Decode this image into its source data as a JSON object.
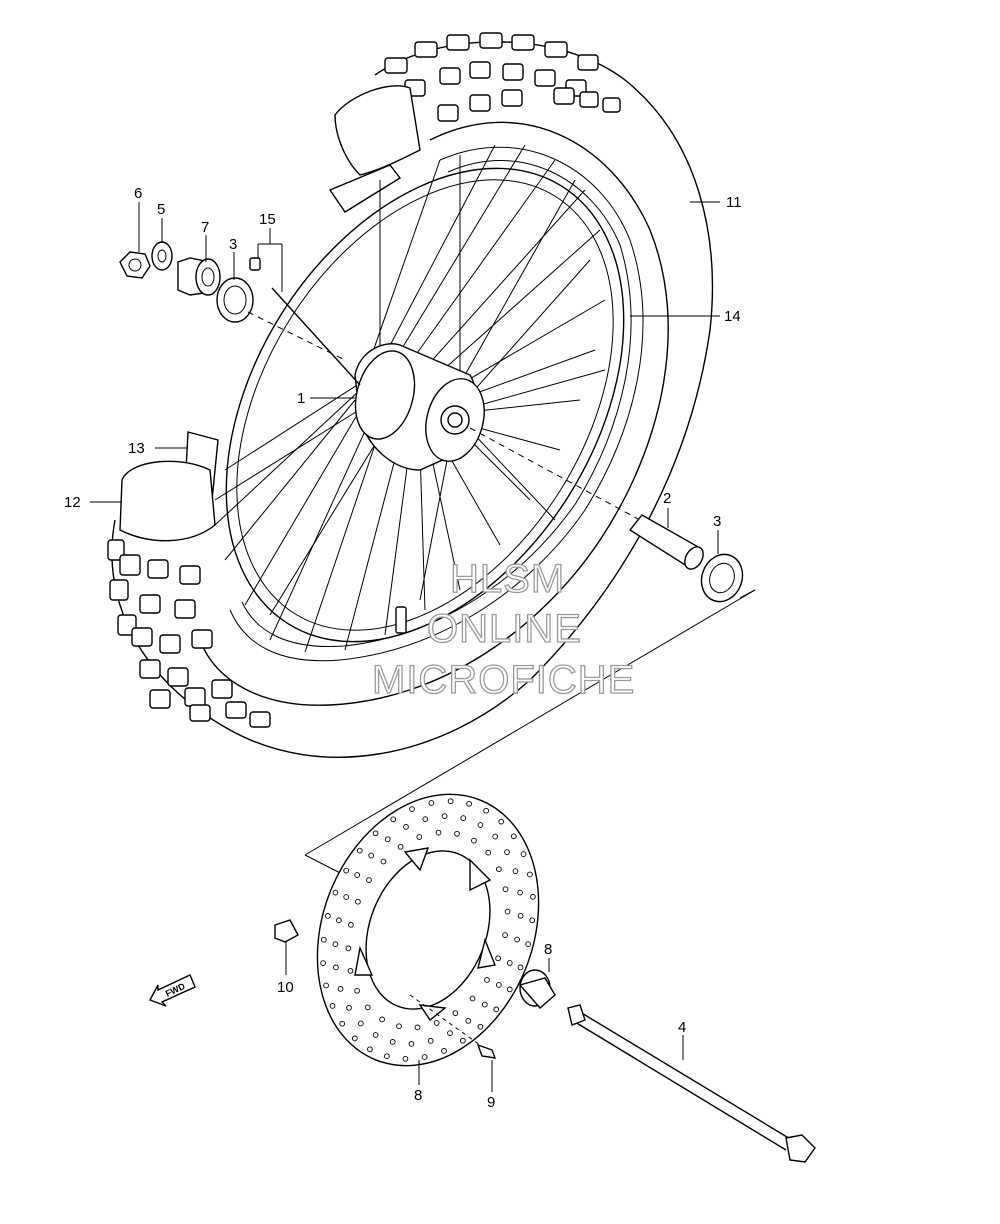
{
  "callouts": [
    {
      "id": "6",
      "label": "6"
    },
    {
      "id": "5",
      "label": "5"
    },
    {
      "id": "7",
      "label": "7"
    },
    {
      "id": "3a",
      "label": "3"
    },
    {
      "id": "15",
      "label": "15"
    },
    {
      "id": "11",
      "label": "11"
    },
    {
      "id": "14",
      "label": "14"
    },
    {
      "id": "1",
      "label": "1"
    },
    {
      "id": "13",
      "label": "13"
    },
    {
      "id": "12",
      "label": "12"
    },
    {
      "id": "2",
      "label": "2"
    },
    {
      "id": "3b",
      "label": "3"
    },
    {
      "id": "10",
      "label": "10"
    },
    {
      "id": "8a",
      "label": "8"
    },
    {
      "id": "4",
      "label": "4"
    },
    {
      "id": "8b",
      "label": "8"
    },
    {
      "id": "9",
      "label": "9"
    }
  ],
  "watermark": {
    "line1": "HLSM",
    "line2": "ONLINE",
    "line3": "MICROFICHE"
  },
  "fwd_label": "FWD"
}
